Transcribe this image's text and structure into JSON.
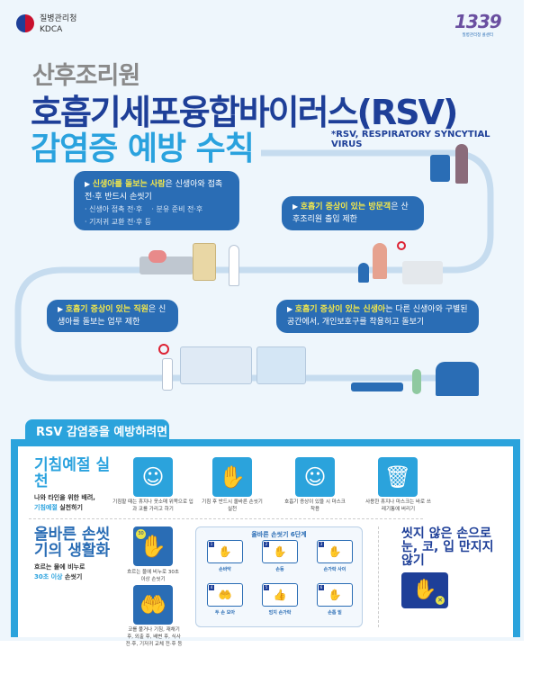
{
  "header": {
    "org_name_ko": "질병관리청",
    "org_name_en": "KDCA",
    "hotline": "1339",
    "hotline_caption": "질병관리청 콜센터"
  },
  "title": {
    "line1": "산후조리원",
    "line2": "호흡기세포융합바이러스(RSV)",
    "line3": "감염증 예방 수칙",
    "footnote": "*RSV, RESPIRATORY SYNCYTIAL VIRUS"
  },
  "rules": [
    {
      "highlight": "신생아를 돌보는 사람",
      "text": "은 신생아와 접촉 전·후 반드시 손씻기",
      "sub": [
        "· 신생아 접촉 전·후",
        "· 분유 준비 전·후",
        "· 기저귀 교환 전·후 등"
      ]
    },
    {
      "highlight": "호흡기 증상이 있는 방문객",
      "text": "은 산후조리원 출입 제한"
    },
    {
      "highlight": "호흡기 증상이 있는 직원",
      "text": "은 신생아를 돌보는 업무 제한"
    },
    {
      "highlight": "호흡기 증상이 있는 신생아",
      "text": "는 다른 신생아와 구별된 공간에서, 개인보호구를 착용하고 돌보기"
    }
  ],
  "prevention": {
    "tab_label": "RSV 감염증을 예방하려면",
    "cough": {
      "heading": "기침예절 실천",
      "desc_prefix": "나와 타인을 위한 배려,",
      "desc_highlight": "기침예절",
      "desc_suffix": " 실천하기",
      "items": [
        {
          "icon": "cover-mouth-sleeve-icon",
          "caption": "기침할 때는 휴지나 옷소매 위쪽으로 입과 코를 가리고 하기"
        },
        {
          "icon": "handwash-after-cough-icon",
          "caption": "기침 후 반드시 올바른 손씻기 실천"
        },
        {
          "icon": "mask-icon",
          "caption": "호흡기 증상이 있을 시 마스크 착용"
        },
        {
          "icon": "trash-bin-icon",
          "caption": "사용한 휴지나 마스크는 바로 쓰레기통에 버리기"
        }
      ]
    },
    "handwash": {
      "heading": "올바른 손씻기의 생활화",
      "desc_prefix": "흐르는 물에 비누로",
      "desc_highlight": "30초 이상",
      "desc_suffix": " 손씻기",
      "timer_label": "30",
      "items": [
        {
          "icon": "timer-handwash-icon",
          "caption": "흐르는 물에 비누로 30초 이상 손씻기"
        },
        {
          "icon": "soap-hands-icon",
          "caption": "코를 풀거나 기침, 재채기 후, 외출 후, 배변 후, 식사 전·후, 기저귀 교체 전·후 등"
        }
      ],
      "steps_title": "올바른 손씻기 6단계",
      "steps": [
        {
          "num": "1",
          "label": "손바닥"
        },
        {
          "num": "2",
          "label": "손등"
        },
        {
          "num": "3",
          "label": "손가락 사이"
        },
        {
          "num": "4",
          "label": "두 손 모아"
        },
        {
          "num": "5",
          "label": "엄지 손가락"
        },
        {
          "num": "6",
          "label": "손톱 밑"
        }
      ]
    },
    "no_touch": {
      "heading": "씻지 않은 손으로 눈, 코, 입 만지지 않기",
      "icon": "no-face-touch-icon"
    }
  },
  "colors": {
    "navy": "#1e3f98",
    "sky": "#2aa2de",
    "bubble": "#2a6db5",
    "highlight": "#f4e84a"
  }
}
